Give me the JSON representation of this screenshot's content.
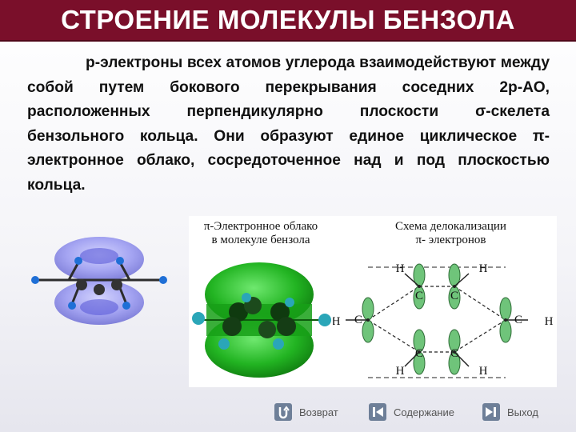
{
  "title": "СТРОЕНИЕ МОЛЕКУЛЫ БЕНЗОЛА",
  "paragraph": "р-электроны всех атомов углерода взаимодействуют между собой путем бокового перекрывания соседних 2р-АО, расположенных перпендикулярно плоскости σ-скелета бензольного кольца. Они образуют единое циклическое π-электронное облако, сосредоточенное над и под плоскостью кольца.",
  "figure_left": {
    "caption_line1": "π-Электронное облако",
    "caption_line2": "в молекуле бензола"
  },
  "figure_right": {
    "caption_line1": "Схема  делокализации",
    "caption_line2": "π- электронов",
    "atom_labels": {
      "carbon": "C",
      "hydrogen": "H"
    }
  },
  "nav": {
    "back": "Возврат",
    "contents": "Содержание",
    "exit": "Выход"
  },
  "colors": {
    "title_bar": "#7a0f2a",
    "cloud_blue": "#7f7fe8",
    "cloud_green": "#2fbf2f",
    "orbital_green": "#6fc47a"
  }
}
